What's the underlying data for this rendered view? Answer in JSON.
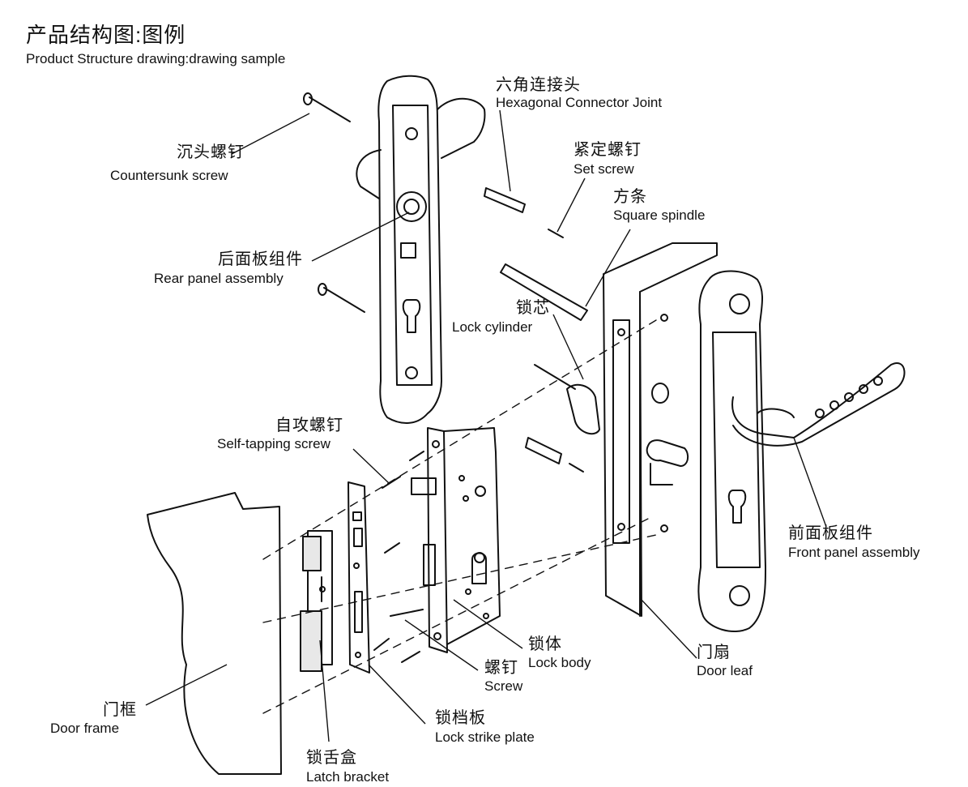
{
  "header": {
    "title_zh": "产品结构图:图例",
    "title_en": "Product Structure drawing:drawing sample"
  },
  "labels": {
    "countersunk_screw": {
      "zh": "沉头螺钉",
      "en": "Countersunk screw"
    },
    "rear_panel": {
      "zh": "后面板组件",
      "en": "Rear panel assembly"
    },
    "hex_joint": {
      "zh": "六角连接头",
      "en": "Hexagonal Connector Joint"
    },
    "set_screw": {
      "zh": "紧定螺钉",
      "en": "Set screw"
    },
    "square_spindle": {
      "zh": "方条",
      "en": "Square spindle"
    },
    "lock_cylinder": {
      "zh": "锁芯",
      "en": "Lock cylinder"
    },
    "self_tapping": {
      "zh": "自攻螺钉",
      "en": "Self-tapping screw"
    },
    "front_panel": {
      "zh": "前面板组件",
      "en": "Front panel assembly"
    },
    "lock_body": {
      "zh": "锁体",
      "en": "Lock body"
    },
    "door_leaf": {
      "zh": "门扇",
      "en": "Door leaf"
    },
    "screw": {
      "zh": "螺钉",
      "en": "Screw"
    },
    "door_frame": {
      "zh": "门框",
      "en": "Door frame"
    },
    "strike_plate": {
      "zh": "锁档板",
      "en": "Lock strike plate"
    },
    "latch_bracket": {
      "zh": "锁舌盒",
      "en": "Latch bracket"
    }
  }
}
